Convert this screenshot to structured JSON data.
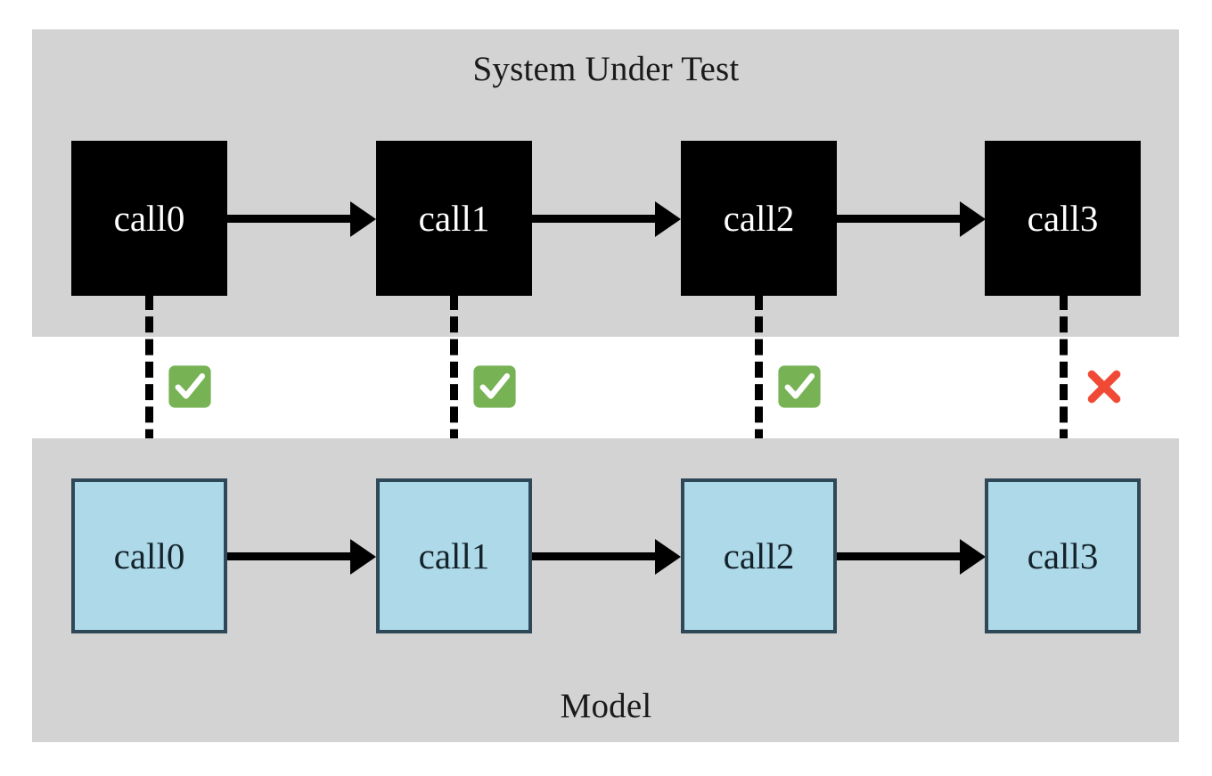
{
  "diagram": {
    "title_sut": "System Under Test",
    "title_model": "Model",
    "panel_color": "#d3d3d3",
    "background": "#ffffff"
  },
  "sut": {
    "label": "System Under Test",
    "node_fill": "#000000",
    "node_text_color": "#ffffff",
    "nodes": [
      {
        "label": "call0"
      },
      {
        "label": "call1"
      },
      {
        "label": "call2"
      },
      {
        "label": "call3"
      }
    ]
  },
  "model": {
    "label": "Model",
    "node_fill": "#aed9e8",
    "node_border": "#2f4858",
    "node_text_color": "#14232b",
    "nodes": [
      {
        "label": "call0"
      },
      {
        "label": "call1"
      },
      {
        "label": "call2"
      },
      {
        "label": "call3"
      }
    ]
  },
  "verdicts": [
    {
      "icon": "check-mark-button-icon",
      "status": "match",
      "color": "#77b255"
    },
    {
      "icon": "check-mark-button-icon",
      "status": "match",
      "color": "#77b255"
    },
    {
      "icon": "check-mark-button-icon",
      "status": "match",
      "color": "#77b255"
    },
    {
      "icon": "cross-mark-icon",
      "status": "mismatch",
      "color": "#f04a36"
    }
  ]
}
